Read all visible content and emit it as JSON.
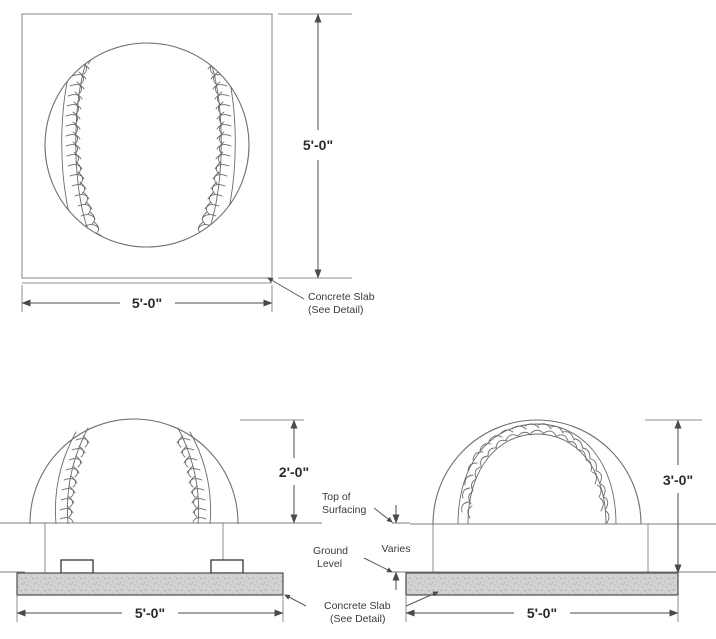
{
  "sheet": {
    "background_color": "#ffffff",
    "line_color": "#4a4a4a",
    "text_color": "#2b2b2b",
    "slab_fill_color": "#cfcfcf"
  },
  "views": {
    "plan": {
      "name": "plan-view",
      "width_dimension": "5'-0\"",
      "height_dimension": "5'-0\"",
      "callout_line1": "Concrete Slab",
      "callout_line2": "(See Detail)"
    },
    "elevation_left": {
      "name": "elevation-2ft",
      "height_dimension": "2'-0\"",
      "width_dimension": "5'-0\""
    },
    "elevation_right": {
      "name": "elevation-3ft",
      "height_dimension": "3'-0\"",
      "width_dimension": "5'-0\""
    }
  },
  "annotations": {
    "top_of_surfacing_line1": "Top of",
    "top_of_surfacing_line2": "Surfacing",
    "ground_level_line1": "Ground",
    "ground_level_line2": "Level",
    "varies": "Varies",
    "concrete_slab_line1": "Concrete Slab",
    "concrete_slab_line2": "(See Detail)"
  }
}
